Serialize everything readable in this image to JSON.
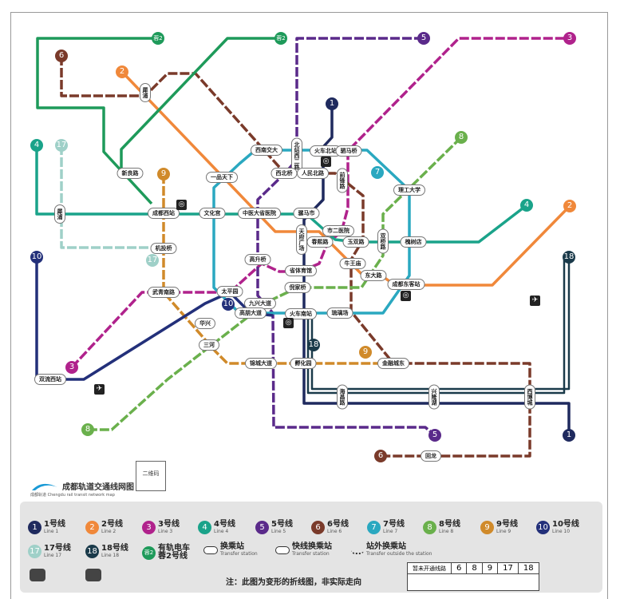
{
  "title": "成都轨道交通线网图",
  "subtitle": "成都轨道 Chengdu rail transit network map",
  "qr_label": "二维码",
  "colors": {
    "L1": "#1f2a5e",
    "L2": "#f0883a",
    "L3": "#b0228c",
    "L4": "#1aa38a",
    "L5": "#5a2a8a",
    "L6": "#7a3a2a",
    "L7": "#2aa8c0",
    "L8": "#6ab04c",
    "L9": "#d08a2a",
    "L10": "#23307a",
    "L17": "#9fd0c8",
    "L18": "#1a3a4a",
    "T2": "#1e9a5a"
  },
  "badges": [
    "1",
    "2",
    "3",
    "4",
    "5",
    "6",
    "7",
    "8",
    "9",
    "10",
    "17",
    "18",
    "蓉2"
  ],
  "stations": [
    "犀浦",
    "新良路",
    "西南交大",
    "北站西二路",
    "火车北站",
    "驷马桥",
    "西北桥",
    "人民北路",
    "一品天下",
    "前锋路",
    "理工大学",
    "成都西站",
    "文化宫",
    "中医大省医院",
    "骡马市",
    "天府广场",
    "市二医院",
    "春熙路",
    "玉双路",
    "双桥路",
    "槐树店",
    "牛王庙",
    "东大路",
    "成都东客站",
    "机投桥",
    "高升桥",
    "省体育馆",
    "倪家桥",
    "武青南路",
    "太平园",
    "九兴大道",
    "火车南站",
    "琉璃场",
    "高朋大道",
    "华兴",
    "三河",
    "锦城大道",
    "孵化园",
    "金融城东",
    "西博城",
    "回龙",
    "双流西站",
    "犀浦",
    "海昌路",
    "兴隆湖"
  ],
  "legend": {
    "lines": [
      {
        "num": "1",
        "name": "1号线",
        "en": "Line 1"
      },
      {
        "num": "2",
        "name": "2号线",
        "en": "Line 2"
      },
      {
        "num": "3",
        "name": "3号线",
        "en": "Line 3"
      },
      {
        "num": "4",
        "name": "4号线",
        "en": "Line 4"
      },
      {
        "num": "5",
        "name": "5号线",
        "en": "Line 5"
      },
      {
        "num": "6",
        "name": "6号线",
        "en": "Line 6"
      },
      {
        "num": "7",
        "name": "7号线",
        "en": "Line 7"
      },
      {
        "num": "8",
        "name": "8号线",
        "en": "Line 8"
      },
      {
        "num": "9",
        "name": "9号线",
        "en": "Line 9"
      },
      {
        "num": "10",
        "name": "10号线",
        "en": "Line 10"
      },
      {
        "num": "17",
        "name": "17号线",
        "en": "Line 17"
      },
      {
        "num": "18",
        "name": "18号线",
        "en": "Line 18"
      },
      {
        "num": "蓉2",
        "name": "有轨电车",
        "en": "蓉2号线"
      }
    ],
    "transfer": "换乘站",
    "transfer_en": "Transfer station",
    "express_transfer": "快线换乘站",
    "express_transfer_en": "Transfer station",
    "outside_transfer": "站外换乘站",
    "outside_transfer_en": "Transfer outside the station",
    "note": "注：此图为变形的折线图，非实际走向",
    "table_header": "暂未开通线路",
    "table_lines": [
      "6",
      "8",
      "9",
      "17",
      "18"
    ]
  }
}
